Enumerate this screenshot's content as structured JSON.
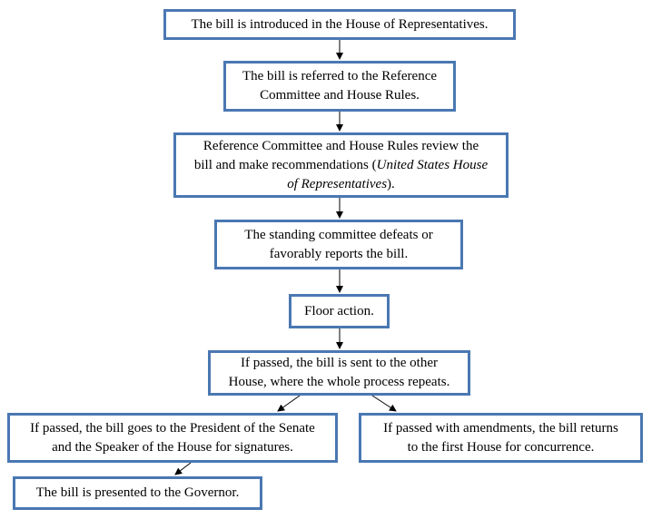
{
  "flowchart": {
    "step1": "The bill is introduced in the House of Representatives.",
    "step2": [
      "The bill is referred to the Reference",
      "Committee and House Rules."
    ],
    "step3_line1": "Reference Committee and House Rules review the",
    "step3_line2_pre": "bill and make recommendations (",
    "step3_line2_italic": "United States House",
    "step3_line3_italic": "of Representatives",
    "step3_line3_post": ").",
    "step4": [
      "The standing committee defeats or",
      "favorably reports the bill."
    ],
    "step5": "Floor action.",
    "step6": [
      "If passed, the bill is sent to the other",
      "House, where the whole process repeats."
    ],
    "step7_left": [
      "If passed, the bill goes to the President of the Senate",
      "and the Speaker of the House for signatures."
    ],
    "step7_right": [
      "If passed with amendments, the bill returns",
      "to the first House for concurrence."
    ],
    "step8": "The bill is presented to the Governor."
  },
  "colors": {
    "box_border": "#4a78b2",
    "arrow": "#000000"
  }
}
